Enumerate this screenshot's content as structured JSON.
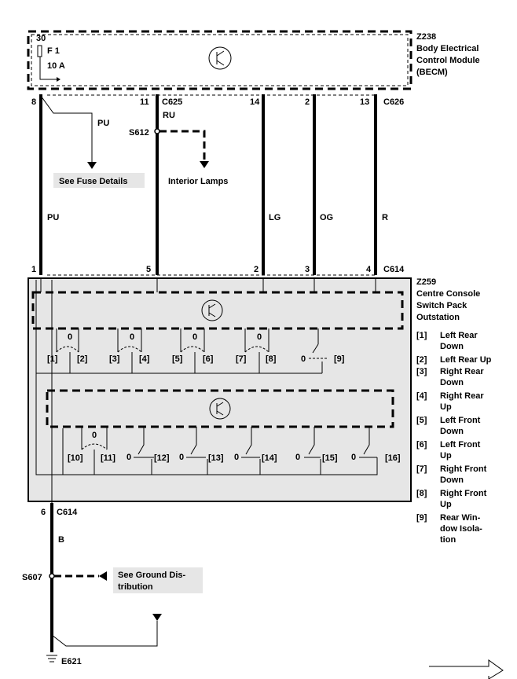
{
  "becm": {
    "id": "Z238",
    "title_lines": [
      "Body Electrical",
      "Control Module",
      "(BECM)"
    ],
    "fuse_pin": "30",
    "fuse_name": "F 1",
    "fuse_rating": "10 A"
  },
  "top_pins": {
    "p8": "8",
    "p11": "11",
    "c625": "C625",
    "p14": "14",
    "p2": "2",
    "p13": "13",
    "c626": "C626"
  },
  "wires": {
    "pu_branch": "PU",
    "ru": "RU",
    "s612": "S612",
    "pu": "PU",
    "lg": "LG",
    "og": "OG",
    "r": "R",
    "b": "B"
  },
  "refs": {
    "fuse_details": "See Fuse Details",
    "interior_lamps": "Interior Lamps",
    "ground_dist_1": "See Ground Dis-",
    "ground_dist_2": "tribution"
  },
  "c614_pins": {
    "p1": "1",
    "p5": "5",
    "p2": "2",
    "p3": "3",
    "p4": "4",
    "c614": "C614"
  },
  "switch_pack": {
    "id": "Z259",
    "title_lines": [
      "Centre Console",
      "Switch Pack",
      "Outstation"
    ]
  },
  "switches_row1": [
    "[1]",
    "[2]",
    "[3]",
    "[4]",
    "[5]",
    "[6]",
    "[7]",
    "[8]",
    "[9]"
  ],
  "switches_row2": [
    "[10]",
    "[11]",
    "[12]",
    "[13]",
    "[14]",
    "[15]",
    "[16]"
  ],
  "zero_label": "0",
  "legend": [
    {
      "key": "[1]",
      "lines": [
        "Left Rear",
        "Down"
      ]
    },
    {
      "key": "[2]",
      "lines": [
        "Left Rear Up"
      ]
    },
    {
      "key": "[3]",
      "lines": [
        "Right Rear",
        "Down"
      ]
    },
    {
      "key": "[4]",
      "lines": [
        "Right Rear",
        "Up"
      ]
    },
    {
      "key": "[5]",
      "lines": [
        "Left Front",
        "Down"
      ]
    },
    {
      "key": "[6]",
      "lines": [
        "Left Front",
        "Up"
      ]
    },
    {
      "key": "[7]",
      "lines": [
        "Right Front",
        "Down"
      ]
    },
    {
      "key": "[8]",
      "lines": [
        "Right Front",
        "Up"
      ]
    },
    {
      "key": "[9]",
      "lines": [
        "Rear Win-",
        "dow Isola-",
        "tion"
      ]
    }
  ],
  "bottom": {
    "p6": "6",
    "c614": "C614",
    "s607": "S607",
    "e621": "E621"
  }
}
